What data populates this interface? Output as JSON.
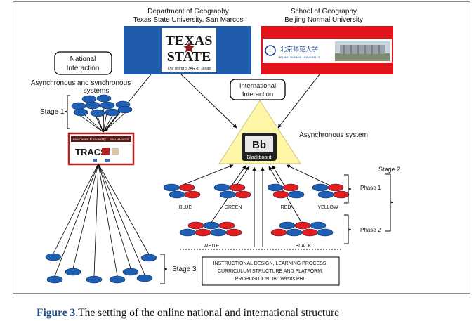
{
  "institutions": {
    "texas": {
      "dept": "Department of Geography",
      "univ": "Texas State University, San Marcos",
      "logo_top": "TEXAS",
      "logo_bottom": "STATE",
      "tagline": "The rising STAR of Texas",
      "color": "#1f5cab"
    },
    "beijing": {
      "dept": "School of Geography",
      "univ": "Beijing Normal University",
      "logo_cn": "北京师范大学",
      "logo_en": "BEIJING NORMAL UNIVERSITY",
      "color": "#e3131b"
    }
  },
  "national": {
    "box_line1": "National",
    "box_line2": "Interaction",
    "systems_line1": "Asynchronous and synchronous",
    "systems_line2": "systems"
  },
  "international": {
    "box_line1": "International",
    "box_line2": "Interaction",
    "system": "Asynchronous system"
  },
  "tracs": {
    "univ": "Texas State University",
    "campus": "SAN MARCOS",
    "label": "TRACS"
  },
  "blackboard": {
    "logo": "Bb",
    "label": "Blackboard"
  },
  "stages": {
    "stage1": "Stage 1",
    "stage2": "Stage 2",
    "stage3": "Stage 3",
    "phase1": "Phase 1",
    "phase2": "Phase 2"
  },
  "groups": {
    "blue": "BLUE",
    "green": "GREEN",
    "red": "RED",
    "yellow": "YELLOW",
    "white": "WHITE",
    "black": "BLACK"
  },
  "bottom_box": {
    "line1": "INSTRUCTIONAL DESIGN, LEARNING PROCESS,",
    "line2": "CURRICULUM STRUCTURE AND PLATFORM,",
    "line3": "PROPOSITION:  IBL versus PBL"
  },
  "caption": {
    "label": "Figure 3",
    "text": ".The setting of the online national and international structure"
  },
  "colors": {
    "node_blue": "#1e5fb4",
    "node_red": "#e31d1d",
    "triangle": "#fff7a8"
  }
}
